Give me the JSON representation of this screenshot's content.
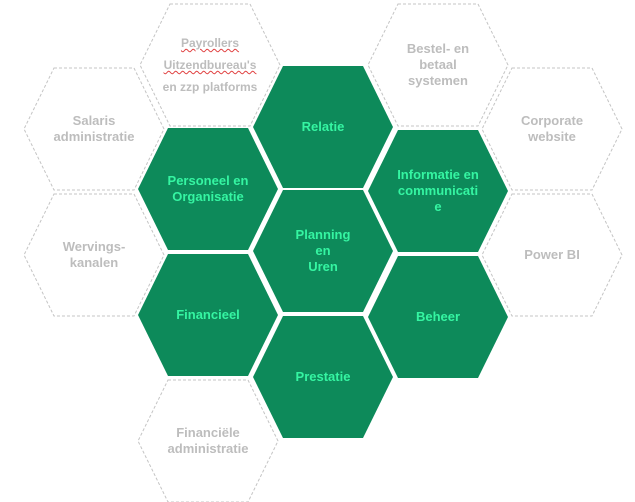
{
  "colors": {
    "green": "#0d8a5a",
    "green_text": "#35f5a2",
    "outline": "#c4c4c4",
    "outline_text": "#bdbdbd"
  },
  "hexagons": {
    "payrollers": [
      "Payrollers",
      "Uitzendbureau's",
      "en zzp platforms"
    ],
    "bestel": [
      "Bestel- en",
      "betaal",
      "systemen"
    ],
    "salaris": [
      "Salaris",
      "administratie"
    ],
    "corporate": [
      "Corporate",
      "website"
    ],
    "wervings": [
      "Wervings-",
      "kanalen"
    ],
    "powerbi": [
      "Power BI"
    ],
    "financiele_adm": [
      "Financiële",
      "administratie"
    ],
    "relatie": [
      "Relatie"
    ],
    "personeel": [
      "Personeel en",
      "Organisatie"
    ],
    "informatie": [
      "Informatie en",
      "communicati",
      "e"
    ],
    "planning": [
      "Planning",
      "en",
      "Uren"
    ],
    "financieel": [
      "Financieel"
    ],
    "beheer": [
      "Beheer"
    ],
    "prestatie": [
      "Prestatie"
    ]
  }
}
